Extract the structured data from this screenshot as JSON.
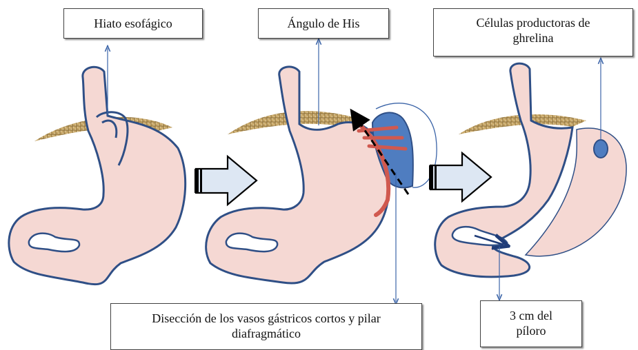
{
  "labels": {
    "hiato": "Hiato esofágico",
    "angulo": "Ángulo de His",
    "celulas_line1": "Células productoras de",
    "celulas_line2": "ghrelina",
    "diseccion_line1": "Disección de los vasos gástricos cortos y pilar",
    "diseccion_line2": "diafragmático",
    "piloro_line1": "3 cm del",
    "piloro_line2": "píloro"
  },
  "colors": {
    "stomach_fill": "#f5d8d3",
    "stomach_stroke": "#2f4f86",
    "diaphragm": "#c9a96a",
    "vessel_red": "#d0594f",
    "fundus_blue": "#4f7dc0",
    "arrow_fill": "#dde7f3",
    "pointer_line": "#3b64a8"
  },
  "icons": {
    "transition_arrow": "block-arrow-right-icon",
    "dissection_arrow": "dashed-arrow-icon"
  }
}
